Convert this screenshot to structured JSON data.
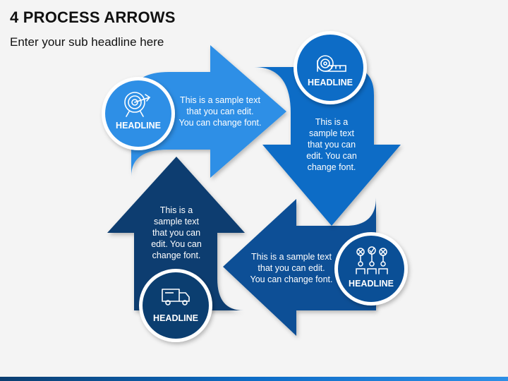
{
  "title": "4 PROCESS ARROWS",
  "subtitle": "Enter your sub headline here",
  "colors": {
    "background": "#f4f4f4",
    "arrow_1": "#2e8fe6",
    "arrow_2": "#0d6cc6",
    "arrow_3": "#0a4f96",
    "arrow_4": "#0b3e70",
    "circle_1": "#2e8fe6",
    "circle_2": "#0d6cc6",
    "circle_3": "#0a4f96",
    "circle_4": "#0b3e70"
  },
  "steps": [
    {
      "headline": "HEADLINE",
      "icon": "target-icon",
      "text": "This is a sample text\nthat you can edit.\nYou can change font."
    },
    {
      "headline": "HEADLINE",
      "icon": "measuring-tape-icon",
      "text": "This is a\nsample text\nthat you can\nedit. You can\nchange font."
    },
    {
      "headline": "HEADLINE",
      "icon": "team-vote-icon",
      "text": "This is a sample text\nthat you can edit.\nYou can change font."
    },
    {
      "headline": "HEADLINE",
      "icon": "delivery-truck-icon",
      "text": "This is a\nsample text\nthat you can\nedit. You can\nchange font."
    }
  ]
}
